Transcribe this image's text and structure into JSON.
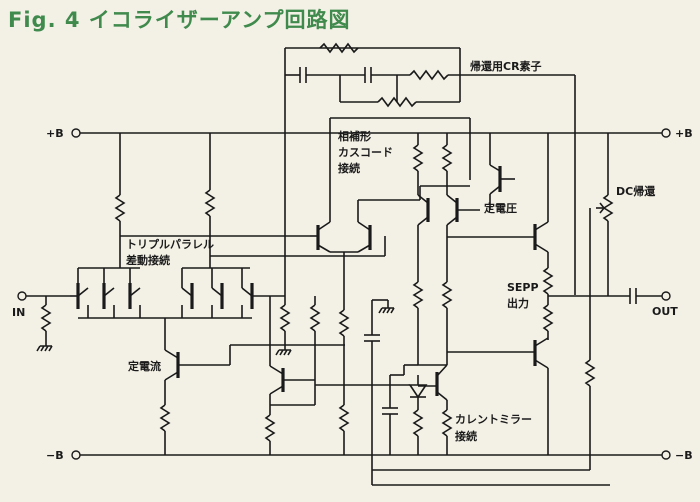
{
  "title": "Fig. 4 イコライザーアンプ回路図",
  "labels": {
    "feedback_cr": "帰還用CR素子",
    "plus_b_left": "+B",
    "plus_b_right": "+B",
    "minus_b_left": "−B",
    "minus_b_right": "−B",
    "complementary_cascode_1": "相補形",
    "complementary_cascode_2": "カスコード",
    "complementary_cascode_3": "接続",
    "triple_parallel_1": "トリプルパラレル",
    "triple_parallel_2": "差動接続",
    "constant_voltage": "定電圧",
    "dc_feedback": "DC帰還",
    "sepp_1": "SEPP",
    "sepp_2": "出力",
    "input": "IN",
    "output": "OUT",
    "constant_current": "定電流",
    "current_mirror_1": "カレントミラー",
    "current_mirror_2": "接続"
  },
  "colors": {
    "title": "#3f8a4c",
    "ink": "#1a1a1a",
    "paper": "#f3f1e6"
  }
}
